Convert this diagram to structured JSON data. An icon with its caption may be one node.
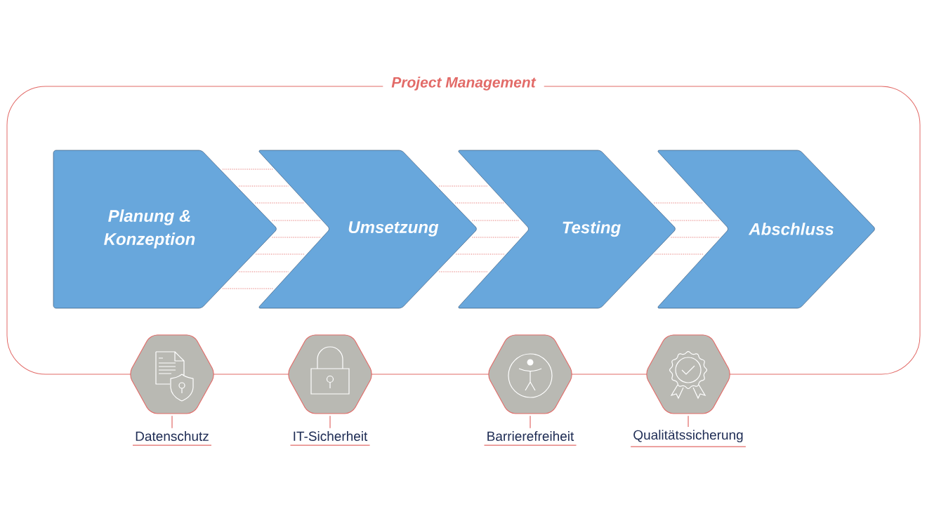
{
  "diagram": {
    "nodes": [
      {
        "text": [
          "Project Management"
        ]
      },
      {
        "text": [
          "Planung & Konzeption"
        ],
        "in": 0
      },
      {
        "text": [
          "Umsetzung"
        ],
        "in": 0
      },
      {
        "text": [
          "Testing"
        ],
        "in": 0
      },
      {
        "text": [
          "Abschluss"
        ],
        "in": 0
      },
      {
        "text": [],
        "shape": "hexagon"
      },
      {
        "text": [],
        "shape": "hexagon"
      },
      {
        "text": [],
        "shape": "hexagon"
      },
      {
        "text": [],
        "shape": "hexagon"
      },
      {
        "text": [
          "Datenschutz"
        ]
      },
      {
        "text": [
          "IT-Sicherheit"
        ]
      },
      {
        "text": [
          "Barrierefreiheit"
        ]
      },
      {
        "text": [
          "Qualitätssicherung"
        ]
      }
    ],
    "edges": [
      {
        "from": 1,
        "to": 2,
        "arrow": "none",
        "style": "dashed"
      },
      {
        "from": 2,
        "to": 3,
        "arrow": "none",
        "style": "dashed"
      },
      {
        "from": 3,
        "to": 4,
        "arrow": "none",
        "style": "dashed"
      },
      {
        "from": 9,
        "to": 5,
        "arrow": "none"
      },
      {
        "from": 10,
        "to": 6,
        "arrow": "none"
      },
      {
        "from": 11,
        "to": 7,
        "arrow": "none"
      },
      {
        "from": 12,
        "to": 8,
        "arrow": "none"
      }
    ]
  }
}
